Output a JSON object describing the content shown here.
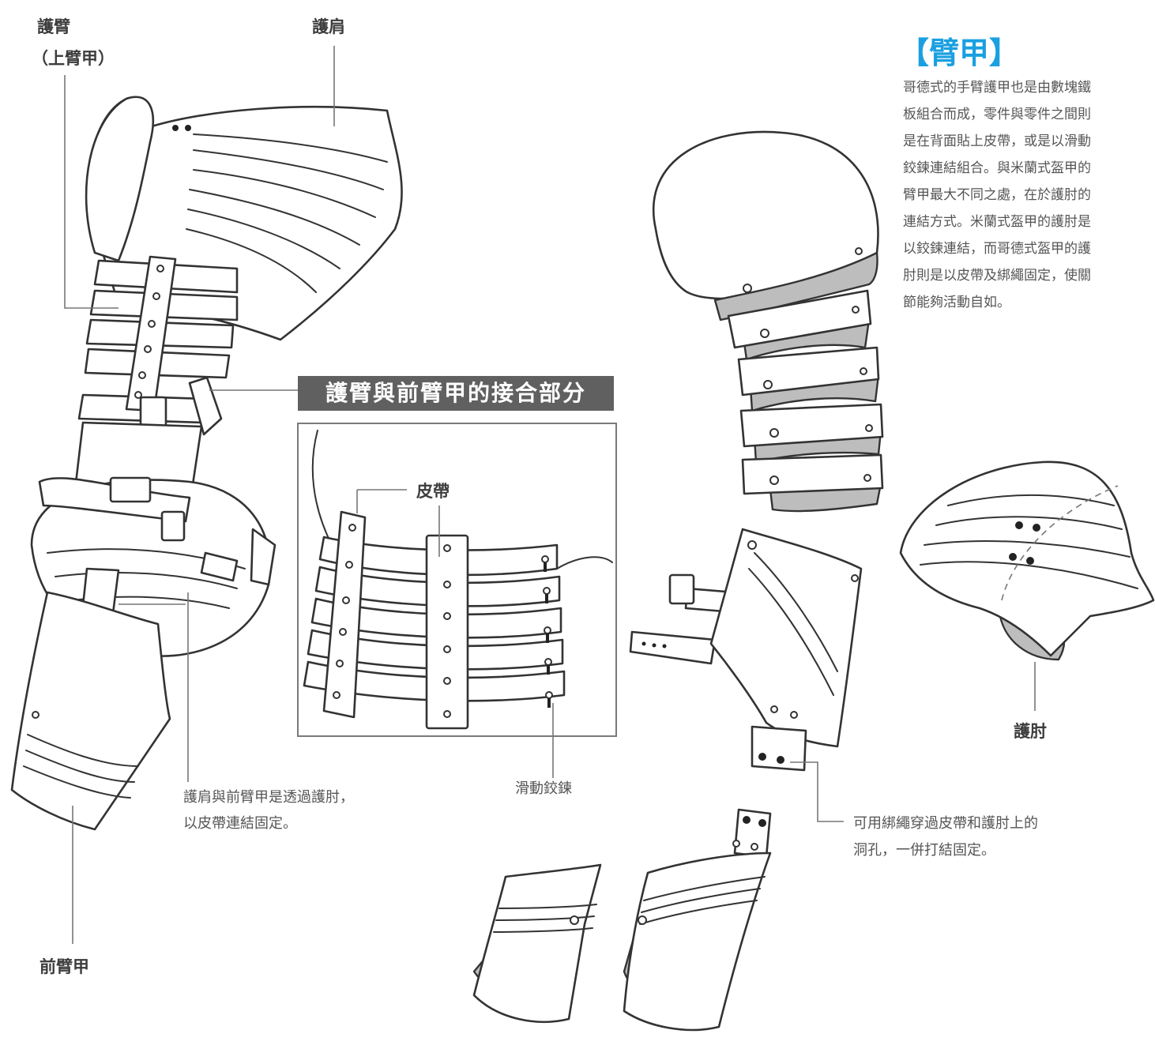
{
  "labels": {
    "upper_arm_guard": "護臂",
    "upper_arm_guard_alt": "（上臂甲）",
    "shoulder_guard": "護肩",
    "forearm_guard": "前臂甲",
    "elbow_guard": "護肘",
    "strap": "皮帶",
    "sliding_hinge": "滑動鉸鍊"
  },
  "banner": "護臂與前臂甲的接合部分",
  "notes": {
    "shoulder_forearm_line1": "護肩與前臂甲是透過護肘，",
    "shoulder_forearm_line2": "以皮帶連結固定。",
    "cord_line1": "可用綁繩穿過皮帶和護肘上的",
    "cord_line2": "洞孔，一併打結固定。"
  },
  "section": {
    "title": "【臂甲】",
    "lines": [
      "哥德式的手臂護甲也是由數塊鐵",
      "板組合而成，零件與零件之間則",
      "是在背面貼上皮帶，或是以滑動",
      "鉸鍊連結組合。與米蘭式盔甲的",
      "臂甲最大不同之處，在於護肘的",
      "連結方式。米蘭式盔甲的護肘是",
      "以鉸鍊連結，而哥德式盔甲的護",
      "肘則是以皮帶及綁繩固定，使關",
      "節能夠活動自如。"
    ]
  },
  "colors": {
    "accent": "#1aa0e0",
    "banner_bg": "#606060",
    "shade": "#bdbdbd"
  }
}
